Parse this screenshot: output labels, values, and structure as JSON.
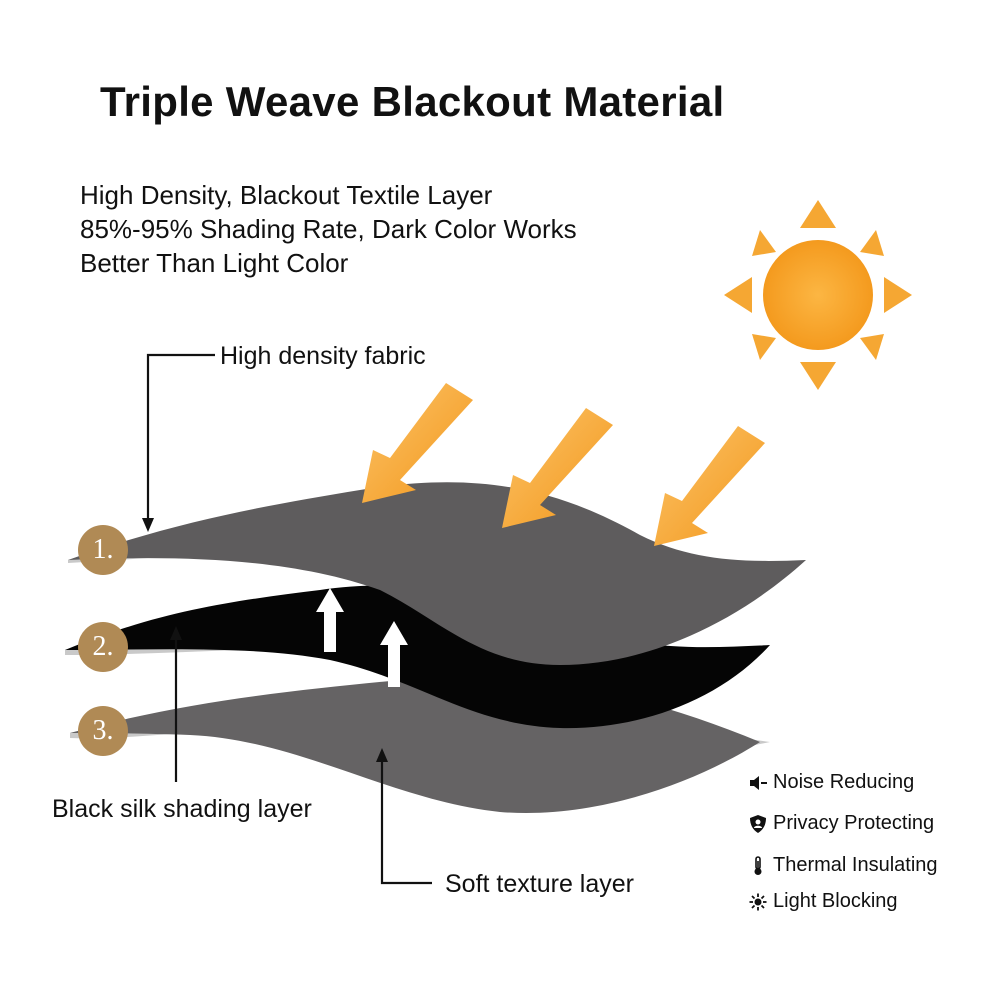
{
  "title": "Triple Weave Blackout Material",
  "description": [
    "High Density, Blackout Textile Layer",
    "85%-95% Shading Rate, Dark Color Works",
    "Better Than Light Color"
  ],
  "layers": [
    {
      "number": "1.",
      "label": "High density fabric"
    },
    {
      "number": "2.",
      "label": "Black silk shading layer"
    },
    {
      "number": "3.",
      "label": "Soft texture layer"
    }
  ],
  "features": [
    {
      "icon": "speaker-mute-icon",
      "label": "Noise Reducing"
    },
    {
      "icon": "shield-icon",
      "label": "Privacy Protecting"
    },
    {
      "icon": "thermometer-icon",
      "label": "Thermal Insulating"
    },
    {
      "icon": "light-blocking-icon",
      "label": "Light Blocking"
    }
  ],
  "colors": {
    "sun": "#f7a62a",
    "sun_ray": "#f5a733",
    "arrow": "#f7a22c",
    "layer_top": "#5e5c5d",
    "layer_middle": "#050505",
    "layer_bottom": "#656364",
    "layer_edge": "#c9c9c9",
    "number_badge": "#b08a55"
  }
}
